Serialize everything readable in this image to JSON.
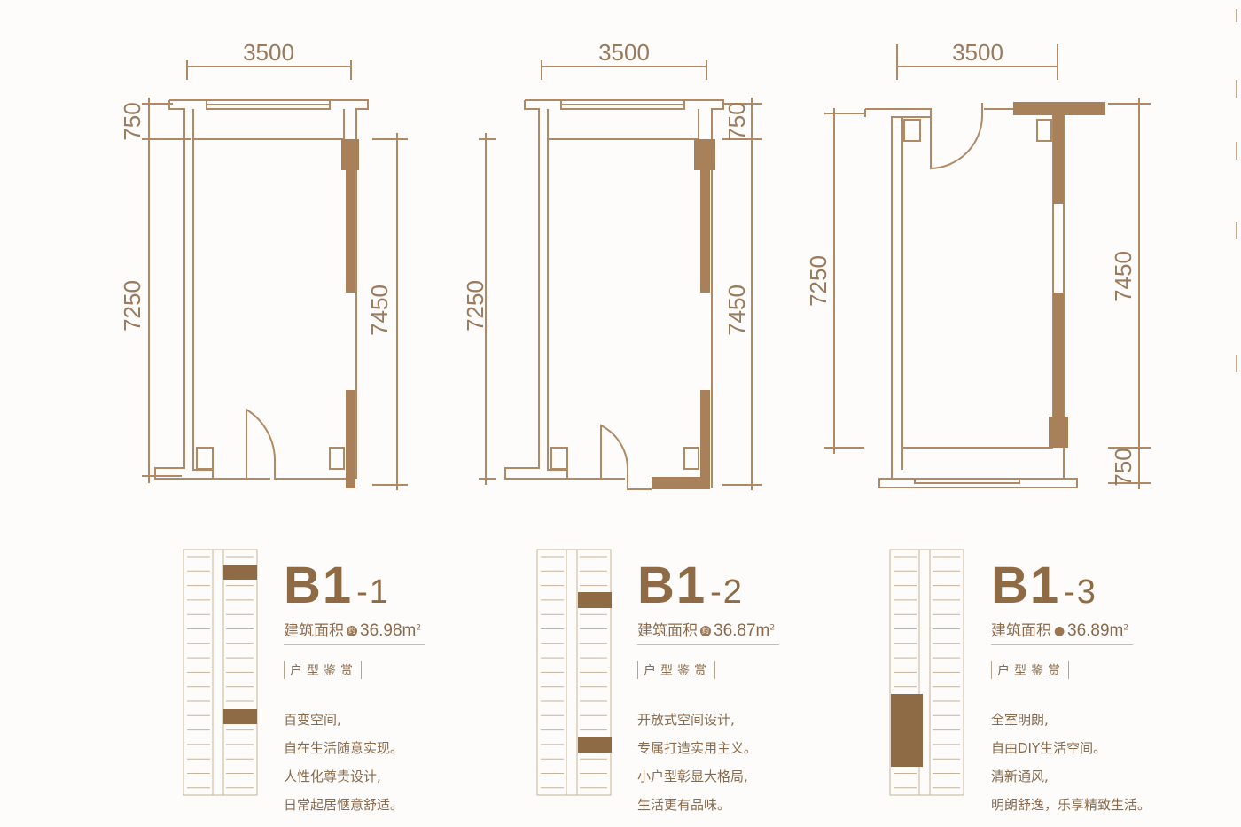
{
  "colors": {
    "line": "#b08a64",
    "fill": "#a8805a",
    "text": "#8a6a4c"
  },
  "units": [
    {
      "code": "B1",
      "suffix": "-1",
      "area_label": "建筑面积",
      "approx": "约",
      "area_value": "36.98m",
      "area_sup": "2",
      "section": "户型鉴赏",
      "desc": [
        "百变空间,",
        "自在生活随意实现。",
        "人性化尊贵设计,",
        "日常起居惬意舒适。"
      ],
      "dims": {
        "width": "3500",
        "top_left": "750",
        "left": "7250",
        "right": "7450"
      }
    },
    {
      "code": "B1",
      "suffix": "-2",
      "area_label": "建筑面积",
      "approx": "约",
      "area_value": "36.87m",
      "area_sup": "2",
      "section": "户型鉴赏",
      "desc": [
        "开放式空间设计,",
        "专属打造实用主义。",
        "小户型彰显大格局,",
        "生活更有品味。"
      ],
      "dims": {
        "width": "3500",
        "top_right": "750",
        "left": "7250",
        "right": "7450"
      }
    },
    {
      "code": "B1",
      "suffix": "-3",
      "area_label": "建筑面积",
      "approx": "●",
      "area_value": "36.89m",
      "area_sup": "2",
      "section": "户型鉴赏",
      "desc": [
        "全室明朗,",
        "自由DIY生活空间。",
        "清新通风,",
        "明朗舒逸，乐享精致生活。"
      ],
      "dims": {
        "width": "3500",
        "left": "7250",
        "right": "7450",
        "bottom_right": "750"
      }
    }
  ]
}
